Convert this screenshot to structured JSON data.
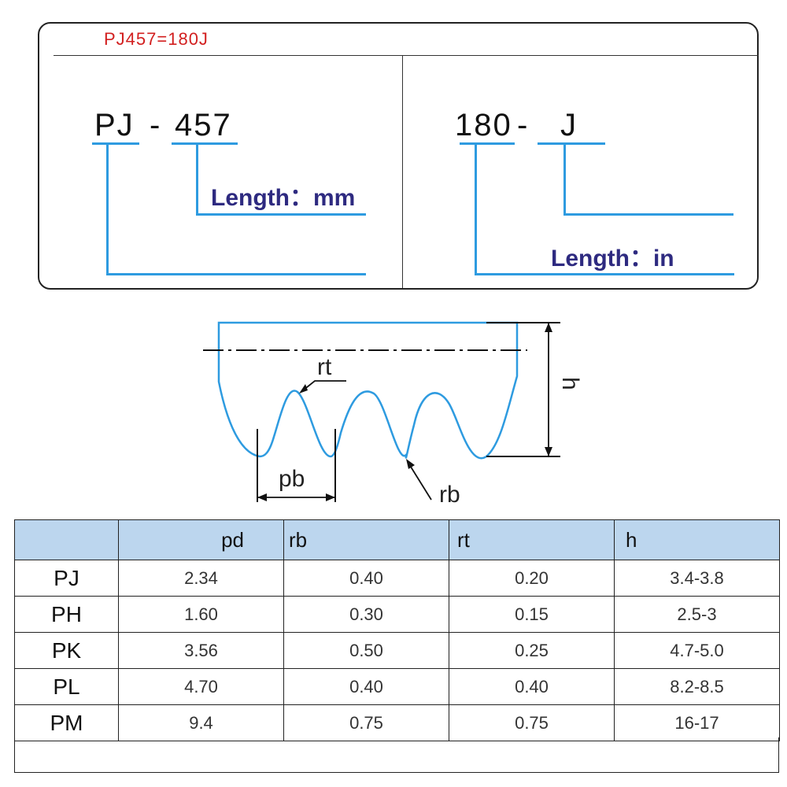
{
  "header": {
    "equivalence": "PJ457=180J"
  },
  "left_code": {
    "prefix": "PJ",
    "dash": "-",
    "number": "457",
    "length_label": "Length：mm"
  },
  "right_code": {
    "number": "180",
    "dash": "-",
    "suffix": "J",
    "length_label": "Length：in"
  },
  "diagram": {
    "label_rt": "rt",
    "label_rb": "rb",
    "label_pb": "pb",
    "label_h": "h"
  },
  "colors": {
    "accent_blue": "#2e9be0",
    "label_navy": "#2e2a80",
    "title_red": "#d21f1f",
    "header_fill": "#bcd6ee"
  },
  "table": {
    "headers": [
      "",
      "pd",
      "rb",
      "rt",
      "h"
    ],
    "rows": [
      {
        "type": "PJ",
        "pd": "2.34",
        "rb": "0.40",
        "rt": "0.20",
        "h": "3.4-3.8"
      },
      {
        "type": "PH",
        "pd": "1.60",
        "rb": "0.30",
        "rt": "0.15",
        "h": "2.5-3"
      },
      {
        "type": "PK",
        "pd": "3.56",
        "rb": "0.50",
        "rt": "0.25",
        "h": "4.7-5.0"
      },
      {
        "type": "PL",
        "pd": "4.70",
        "rb": "0.40",
        "rt": "0.40",
        "h": "8.2-8.5"
      },
      {
        "type": "PM",
        "pd": "9.4",
        "rb": "0.75",
        "rt": "0.75",
        "h": "16-17"
      }
    ]
  }
}
